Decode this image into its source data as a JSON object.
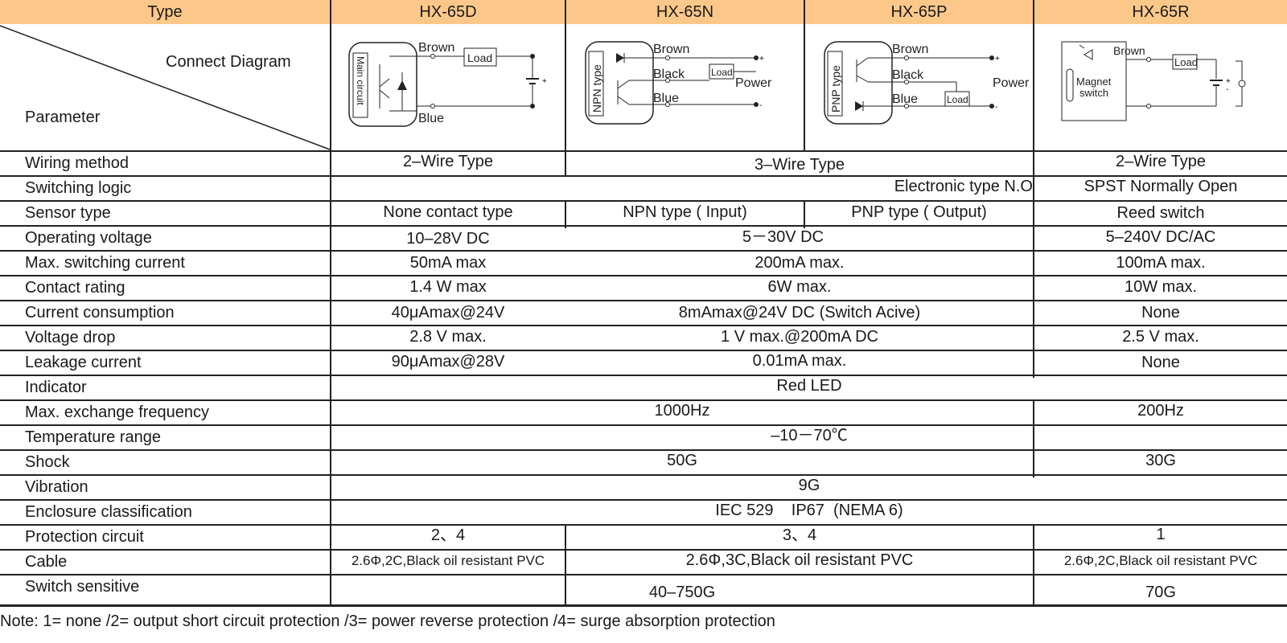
{
  "header": {
    "type_label": "Type",
    "models": [
      "HX-65D",
      "HX-65N",
      "HX-65P",
      "HX-65R"
    ]
  },
  "corner": {
    "connect_diagram": "Connect Diagram",
    "parameter": "Parameter"
  },
  "diagrams": {
    "d": {
      "inner": "Main circuit",
      "brown": "Brown",
      "blue": "Blue",
      "load": "Load"
    },
    "n": {
      "inner": "NPN type",
      "brown": "Brown",
      "black": "Black",
      "blue": "Blue",
      "load": "Load",
      "power": "Power"
    },
    "p": {
      "inner": "PNP type",
      "brown": "Brown",
      "black": "Black",
      "blue": "Blue",
      "load": "Load",
      "power": "Power"
    },
    "r": {
      "inner1": "Magnet",
      "inner2": "switch",
      "brown": "Brown",
      "load": "Load"
    }
  },
  "rows": [
    {
      "label": "Wiring method",
      "cells": [
        "2–Wire Type",
        "3–Wire Type",
        "2–Wire Type"
      ]
    },
    {
      "label": "Switching logic",
      "cells": [
        "Electronic type N.O",
        "SPST Normally Open"
      ]
    },
    {
      "label": "Sensor type",
      "cells": [
        "None contact type",
        "NPN type ( Input)",
        "PNP type ( Output)",
        "Reed switch"
      ]
    },
    {
      "label": "Operating voltage",
      "cells": [
        "10–28V DC",
        "5－30V DC",
        "5–240V DC/AC"
      ]
    },
    {
      "label": "Max. switching current",
      "cells": [
        "50mA max",
        "200mA max.",
        "100mA max."
      ]
    },
    {
      "label": "Contact rating",
      "cells": [
        "1.4 W max",
        "6W max.",
        "10W max."
      ]
    },
    {
      "label": "Current consumption",
      "cells": [
        "40μAmax@24V",
        "8mAmax@24V DC (Switch Acive)",
        "None"
      ]
    },
    {
      "label": "Voltage drop",
      "cells": [
        "2.8 V max.",
        "1 V max.@200mA DC",
        "2.5 V max."
      ]
    },
    {
      "label": "Leakage current",
      "cells": [
        "90μAmax@28V",
        "0.01mA  max.",
        "None"
      ]
    },
    {
      "label": "Indicator",
      "cells": [
        "Red LED"
      ]
    },
    {
      "label": "Max. exchange frequency",
      "cells": [
        "1000Hz",
        "200Hz"
      ]
    },
    {
      "label": "Temperature range",
      "cells": [
        "–10－70℃"
      ]
    },
    {
      "label": "Shock",
      "cells": [
        "50G",
        "30G"
      ]
    },
    {
      "label": "Vibration",
      "cells": [
        "9G"
      ]
    },
    {
      "label": "Enclosure classification",
      "cells": [
        "IEC 529    IP67  (NEMA 6)"
      ]
    },
    {
      "label": "Protection circuit",
      "cells": [
        "2、4",
        "3、4",
        "1"
      ]
    },
    {
      "label": "Cable",
      "cells": [
        "2.6Φ,2C,Black oil resistant PVC",
        "2.6Φ,3C,Black oil resistant PVC",
        "2.6Φ,2C,Black oil resistant PVC"
      ]
    },
    {
      "label": "Switch sensitive",
      "cells": [
        "40–750G",
        "70G"
      ]
    }
  ],
  "note": "Note: 1= none /2= output short circuit protection /3= power reverse protection /4= surge absorption protection"
}
